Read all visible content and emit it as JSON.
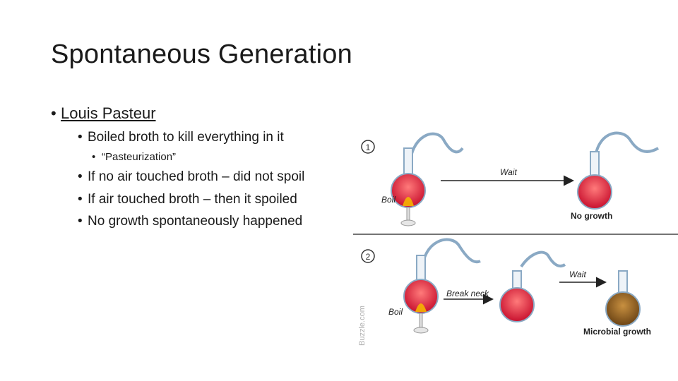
{
  "slide": {
    "title": "Spontaneous Generation",
    "bullets": {
      "b1": "Louis Pasteur",
      "b1_1": "Boiled broth to kill everything in it",
      "b1_1_1": "“Pasteurization”",
      "b1_2": "If no air touched broth – did not spoil",
      "b1_3": "If air touched broth – then it spoiled",
      "b1_4": "No growth spontaneously happened"
    }
  },
  "figure": {
    "step1_number": "1",
    "step2_number": "2",
    "boil_label_1": "Boil",
    "wait_label_1": "Wait",
    "no_growth_label": "No growth",
    "boil_label_2": "Boil",
    "break_neck_label": "Break neck",
    "wait_label_2": "Wait",
    "microbial_growth_label": "Microbial growth",
    "watermark": "Buzzle.com",
    "colors": {
      "broth": "#c8102e",
      "flame": "#f5b400",
      "spoiled_broth": "#8a5a1e",
      "arrow": "#222222"
    }
  }
}
